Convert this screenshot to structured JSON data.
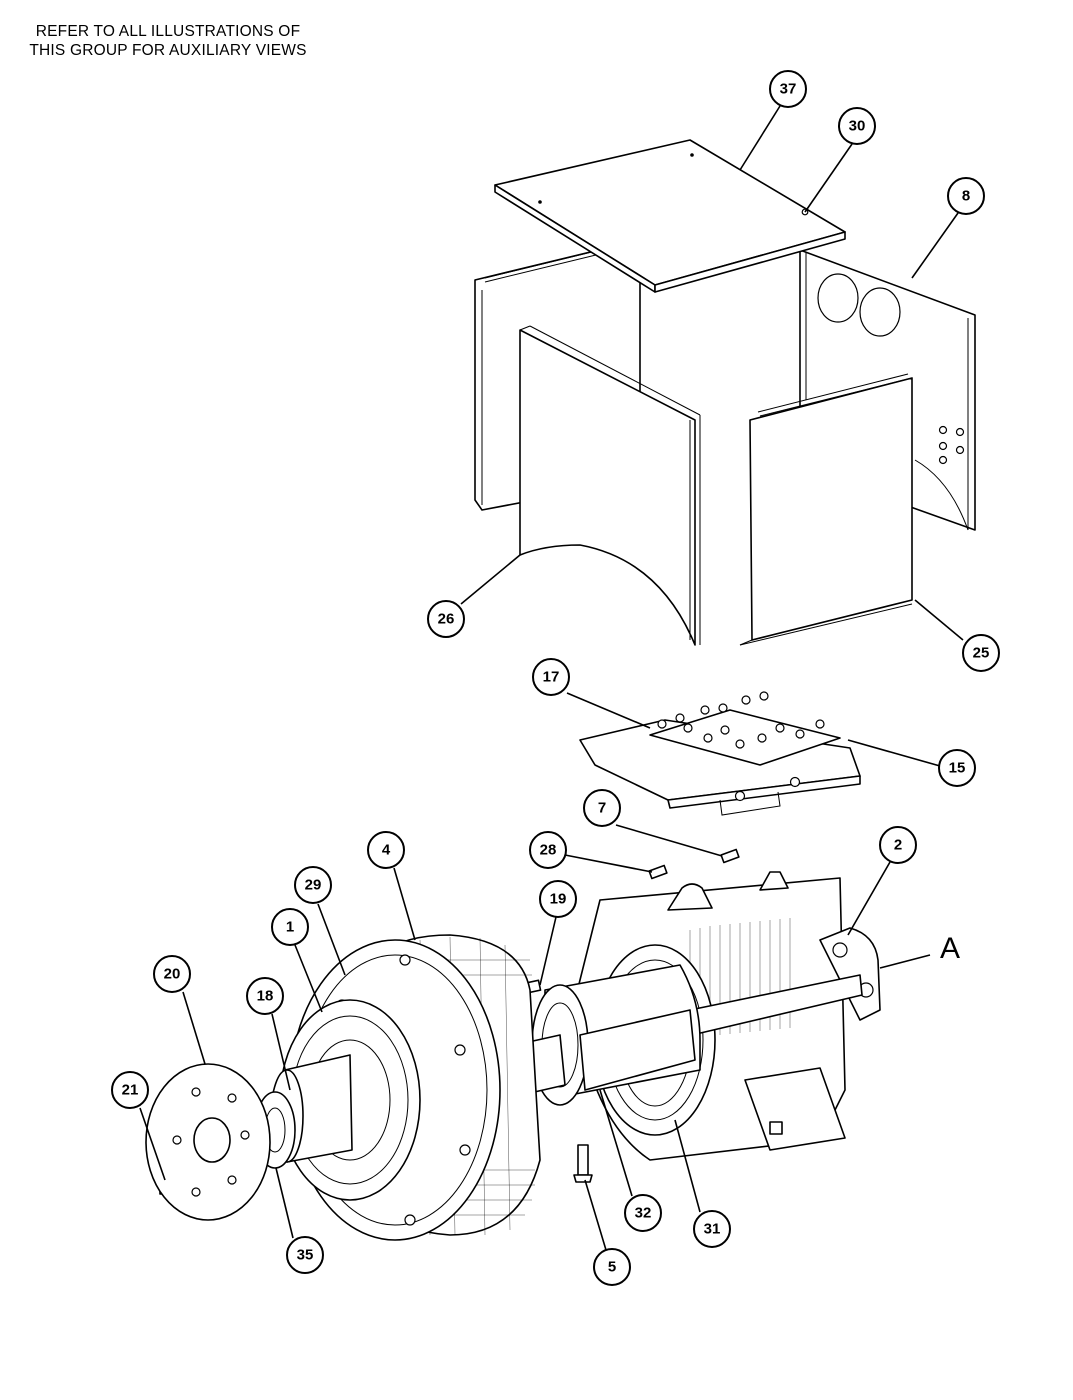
{
  "note": {
    "line1": "REFER TO ALL ILLUSTRATIONS OF",
    "line2": "THIS GROUP FOR AUXILIARY VIEWS"
  },
  "callouts": [
    {
      "id": "37",
      "label": "37"
    },
    {
      "id": "30",
      "label": "30"
    },
    {
      "id": "8",
      "label": "8"
    },
    {
      "id": "26",
      "label": "26"
    },
    {
      "id": "25",
      "label": "25"
    },
    {
      "id": "17",
      "label": "17"
    },
    {
      "id": "15",
      "label": "15"
    },
    {
      "id": "7",
      "label": "7"
    },
    {
      "id": "28",
      "label": "28"
    },
    {
      "id": "4",
      "label": "4"
    },
    {
      "id": "2",
      "label": "2"
    },
    {
      "id": "29",
      "label": "29"
    },
    {
      "id": "19",
      "label": "19"
    },
    {
      "id": "1",
      "label": "1"
    },
    {
      "id": "20",
      "label": "20"
    },
    {
      "id": "18",
      "label": "18"
    },
    {
      "id": "21",
      "label": "21"
    },
    {
      "id": "35",
      "label": "35"
    },
    {
      "id": "32",
      "label": "32"
    },
    {
      "id": "31",
      "label": "31"
    },
    {
      "id": "5",
      "label": "5"
    }
  ],
  "view_label": "A"
}
